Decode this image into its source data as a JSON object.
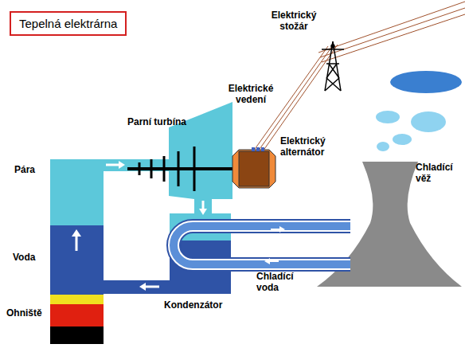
{
  "diagram": {
    "title": "Tepelná elektrárna",
    "labels": [
      "Elektrický stožár",
      "Elektrické vedení",
      "Parní turbína",
      "Elektrický alternátor",
      "Pára",
      "Chladící věž",
      "Voda",
      "Chladící voda",
      "Ohniště",
      "Kondenzátor"
    ]
  }
}
